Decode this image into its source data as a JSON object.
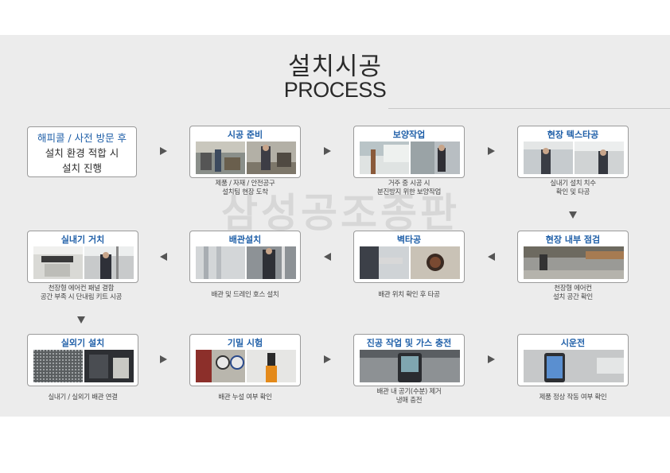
{
  "header": {
    "title_ko": "설치시공",
    "title_en": "PROCESS"
  },
  "watermark": "삼성공조종판",
  "intro": {
    "line1": "해피콜 / 사전 방문 후",
    "line2": "설치 환경 적합 시",
    "line3": "설치 진행"
  },
  "steps": [
    {
      "title": "시공 준비",
      "caption1": "제품 / 자재 / 안전공구",
      "caption2": "설치팀 현장 도착"
    },
    {
      "title": "보양작업",
      "caption1": "거주 중 시공 시",
      "caption2": "분진방지 위한 보양작업"
    },
    {
      "title": "현장 텍스타공",
      "caption1": "실내기 설치 치수",
      "caption2": "확인 및 타공"
    },
    {
      "title": "현장 내부 점검",
      "caption1": "천장형 에어컨",
      "caption2": "설치 공간 확인"
    },
    {
      "title": "벽타공",
      "caption1": "배관 위치 확인 후 타공",
      "caption2": ""
    },
    {
      "title": "배관설치",
      "caption1": "배관 및 드레인 호스 설치",
      "caption2": ""
    },
    {
      "title": "실내기 거치",
      "caption1": "천장형 에어컨 패널 결합",
      "caption2": "공간 부족 시 단내림 키트 시공"
    },
    {
      "title": "실외기 설치",
      "caption1": "실내기 / 실외기 배관 연결",
      "caption2": ""
    },
    {
      "title": "기밀 시험",
      "caption1": "배관 누설 여부 확인",
      "caption2": ""
    },
    {
      "title": "진공 작업 및 가스 충전",
      "caption1": "배관 내 공기(수분) 제거",
      "caption2": "냉매 충전"
    },
    {
      "title": "시운전",
      "caption1": "제품 정상 작동 여부 확인",
      "caption2": ""
    }
  ],
  "colors": {
    "accent": "#1f5fa8",
    "panel": "#ececec",
    "arrow": "#555555"
  }
}
